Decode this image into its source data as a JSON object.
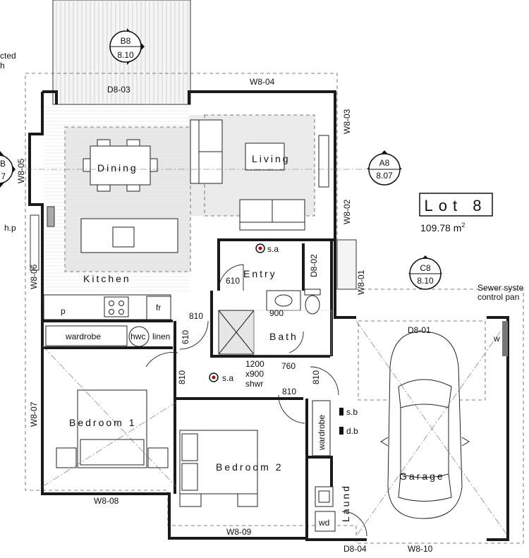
{
  "rooms": {
    "dining": "Dining",
    "living": "Living",
    "kitchen": "Kitchen",
    "entry": "Entry",
    "bath": "Bath",
    "bedroom1": "Bedroom 1",
    "bedroom2": "Bedroom 2",
    "garage": "Garage",
    "laundry": "Laund"
  },
  "lot": {
    "title": "Lot 8",
    "area": "109.78 m",
    "area_sup": "2"
  },
  "fixtures": {
    "wardrobe_main": "wardrobe",
    "wardrobe_side": "wardrobe",
    "hwc": "hwc",
    "linen": "linen",
    "pantry": "p",
    "fridge": "fr",
    "wd": "wd",
    "w": "w",
    "hp": "h.p",
    "sa_entry": "s.a",
    "sa_hall": "s.a",
    "sb": "s.b",
    "db": "d.b",
    "vanity": "900",
    "shower_w": "1200",
    "shower_d": "x900",
    "shower_label": "shwr"
  },
  "dimensions": {
    "d610_entry": "610",
    "d810_hall": "810",
    "d610_hall": "610",
    "d810_left": "810",
    "d760": "760",
    "d810_bath": "810",
    "d810_right": "810"
  },
  "windows": {
    "d8_03": "D8-03",
    "w8_04": "W8-04",
    "w8_03": "W8-03",
    "w8_05": "W8-05",
    "w8_02": "W8-02",
    "d8_02": "D8-02",
    "w8_01": "W8-01",
    "w8_06": "W8-06",
    "d8_01": "D8-01",
    "w8_07": "W8-07",
    "w8_08": "W8-08",
    "w8_09": "W8-09",
    "d8_04": "D8-04",
    "w8_10": "W8-10"
  },
  "sections": {
    "b8": {
      "top": "B8",
      "bottom": "8.10"
    },
    "a8": {
      "top": "A8",
      "bottom": "8.07"
    },
    "c8": {
      "top": "C8",
      "bottom": "8.10"
    },
    "left_top": "B",
    "left_bottom": "7"
  },
  "notes": {
    "cut_top": "cted",
    "cut_bottom": "h",
    "sewer_1": "Sewer syste",
    "sewer_2": "control pan"
  }
}
